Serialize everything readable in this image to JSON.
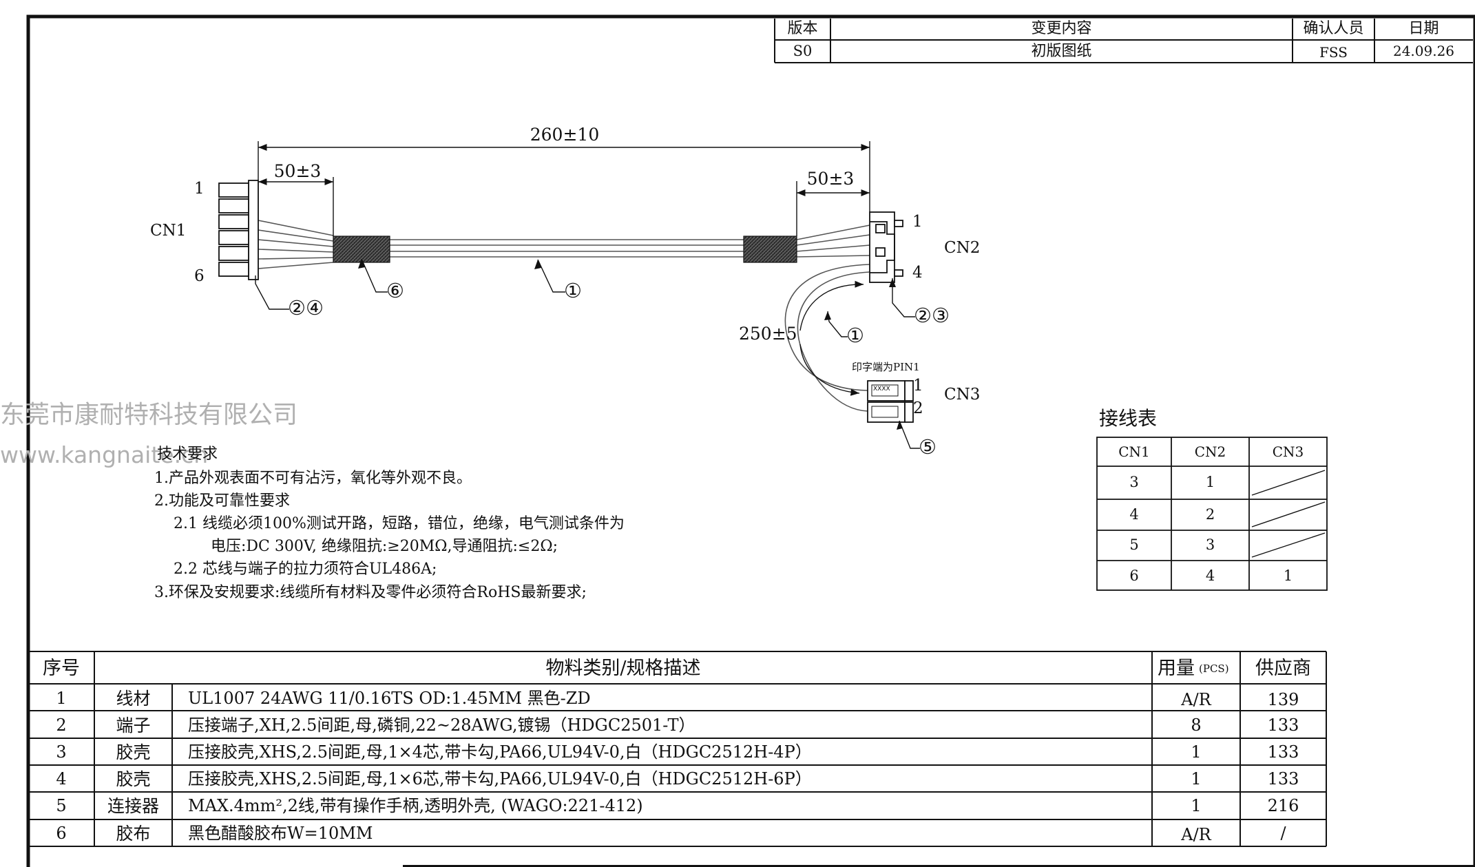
{
  "revision_table": {
    "headers": [
      "版本",
      "变更内容",
      "确认人员",
      "日期"
    ],
    "row": [
      "S0",
      "初版图纸",
      "FSS",
      "24.09.26"
    ]
  },
  "dimensions": {
    "overall_length": "260±10",
    "cn1_lead": "50±3",
    "cn2_lead": "50±3",
    "branch_length": "250±5"
  },
  "connectors": {
    "cn1": {
      "label": "CN1",
      "pin_first": "1",
      "pin_last": "6"
    },
    "cn2": {
      "label": "CN2",
      "pin_first": "1",
      "pin_last": "4"
    },
    "cn3": {
      "label": "CN3",
      "pin_first": "1",
      "pin_last": "2",
      "note": "印字端为PIN1",
      "marking": "XXXX"
    }
  },
  "callouts": {
    "cn1_parts": "②④",
    "tape": "⑥",
    "main_wire": "①",
    "cn2_parts": "②③",
    "branch_wire": "①",
    "cn3_part": "⑤"
  },
  "watermark": {
    "company": "东莞市康耐特科技有限公司",
    "website": "www.kangnaite.cn"
  },
  "tech_requirements": {
    "title": "技术要求",
    "lines": [
      "1.产品外观表面不可有沾污，氧化等外观不良。",
      "2.功能及可靠性要求",
      "2.1 线缆必须100%测试开路，短路，错位，绝缘，电气测试条件为",
      "电压:DC 300V, 绝缘阻抗:≥20MΩ,导通阻抗:≤2Ω;",
      "2.2 芯线与端子的拉力须符合UL486A;",
      "3.环保及安规要求:线缆所有材料及零件必须符合RoHS最新要求;"
    ]
  },
  "wiring_table": {
    "title": "接线表",
    "headers": [
      "CN1",
      "CN2",
      "CN3"
    ],
    "rows": [
      [
        "3",
        "1",
        ""
      ],
      [
        "4",
        "2",
        ""
      ],
      [
        "5",
        "3",
        ""
      ],
      [
        "6",
        "4",
        "1"
      ]
    ]
  },
  "bom": {
    "headers": [
      "序号",
      "物料类别/规格描述",
      "用量",
      "(PCS)",
      "供应商"
    ],
    "rows": [
      {
        "no": "1",
        "category": "线材",
        "desc": "UL1007 24AWG 11/0.16TS OD:1.45MM 黑色-ZD",
        "qty": "A/R",
        "supplier": "139"
      },
      {
        "no": "2",
        "category": "端子",
        "desc": "压接端子,XH,2.5间距,母,磷铜,22~28AWG,镀锡（HDGC2501-T）",
        "qty": "8",
        "supplier": "133"
      },
      {
        "no": "3",
        "category": "胶壳",
        "desc": "压接胶壳,XHS,2.5间距,母,1×4芯,带卡勾,PA66,UL94V-0,白（HDGC2512H-4P）",
        "qty": "1",
        "supplier": "133"
      },
      {
        "no": "4",
        "category": "胶壳",
        "desc": "压接胶壳,XHS,2.5间距,母,1×6芯,带卡勾,PA66,UL94V-0,白（HDGC2512H-6P）",
        "qty": "1",
        "supplier": "133"
      },
      {
        "no": "5",
        "category": "连接器",
        "desc": "MAX.4mm²,2线,带有操作手柄,透明外壳, (WAGO:221-412)",
        "qty": "1",
        "supplier": "216"
      },
      {
        "no": "6",
        "category": "胶布",
        "desc": "黑色醋酸胶布W=10MM",
        "qty": "A/R",
        "supplier": "/"
      }
    ]
  }
}
